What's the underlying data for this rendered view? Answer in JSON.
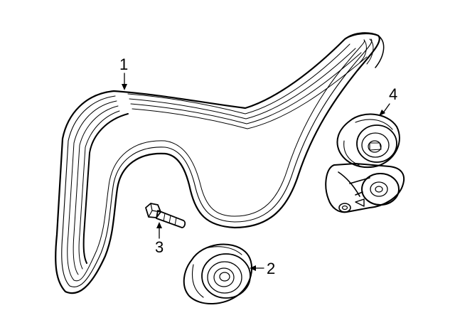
{
  "callouts": {
    "belt": "1",
    "idler_pulley": "2",
    "bolt": "3",
    "tensioner": "4"
  },
  "colors": {
    "line": "#000000",
    "background": "#ffffff"
  }
}
